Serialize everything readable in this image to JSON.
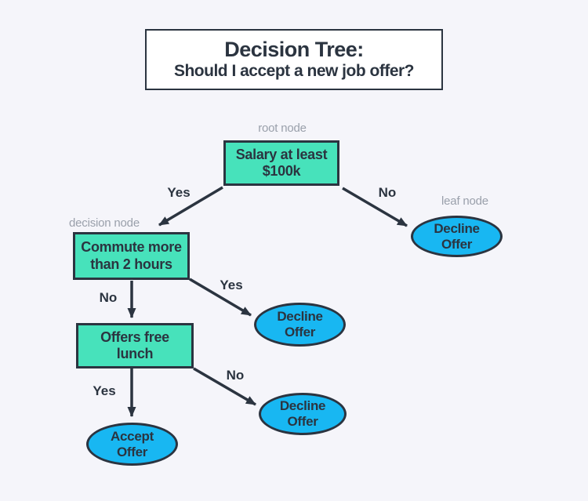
{
  "diagram": {
    "title": {
      "heading": "Decision Tree:",
      "subheading": "Should I accept a new job offer?"
    },
    "annotations": {
      "root": "root node",
      "decision": "decision node",
      "leaf": "leaf node"
    },
    "nodes": [
      {
        "id": "salary",
        "type": "decision",
        "label": "Salary at least $100k"
      },
      {
        "id": "commute",
        "type": "decision",
        "label": "Commute more than 2 hours"
      },
      {
        "id": "lunch",
        "type": "decision",
        "label": "Offers free lunch"
      },
      {
        "id": "decline-top",
        "type": "leaf",
        "label": "Decline Offer"
      },
      {
        "id": "decline-mid",
        "type": "leaf",
        "label": "Decline Offer"
      },
      {
        "id": "decline-bottom",
        "type": "leaf",
        "label": "Decline Offer"
      },
      {
        "id": "accept",
        "type": "leaf",
        "label": "Accept Offer"
      }
    ],
    "edges": [
      {
        "from": "salary",
        "to": "commute",
        "label": "Yes"
      },
      {
        "from": "salary",
        "to": "decline-top",
        "label": "No"
      },
      {
        "from": "commute",
        "to": "lunch",
        "label": "No"
      },
      {
        "from": "commute",
        "to": "decline-mid",
        "label": "Yes"
      },
      {
        "from": "lunch",
        "to": "accept",
        "label": "Yes"
      },
      {
        "from": "lunch",
        "to": "decline-bottom",
        "label": "No"
      }
    ],
    "colors": {
      "background": "#f5f5fa",
      "decision_fill": "#47e2bb",
      "leaf_fill": "#18b7f2",
      "ink": "#2b3440",
      "annotation_gray": "#9aa0ab",
      "title_box_fill": "#ffffff"
    }
  }
}
